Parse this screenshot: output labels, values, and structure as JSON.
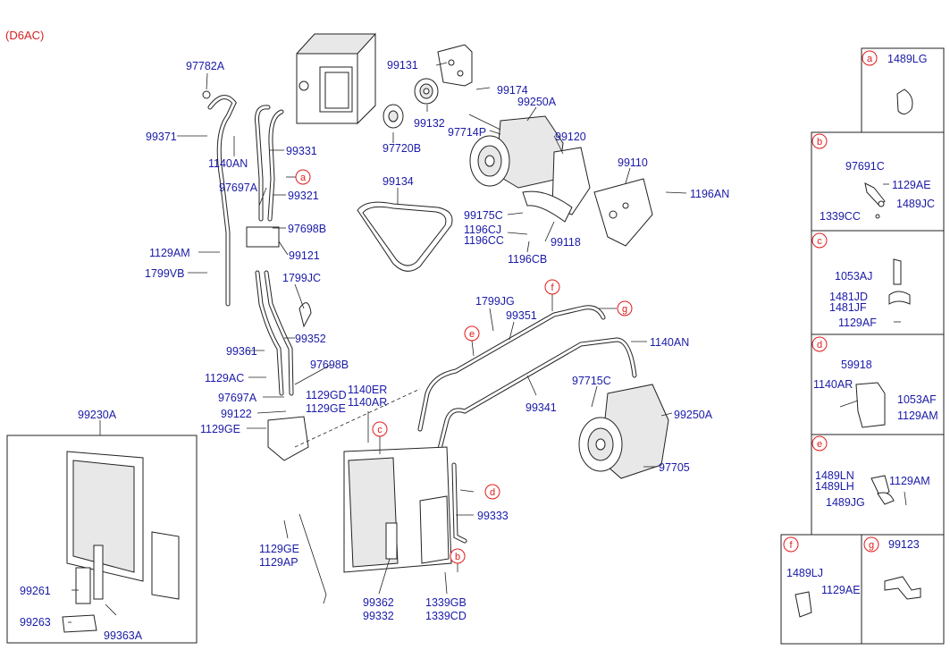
{
  "title": "(D6AC)",
  "labels": {
    "p97782A": "97782A",
    "p99371": "99371",
    "p1140AN_a": "1140AN",
    "p99331": "99331",
    "p97697A_a": "97697A",
    "p99321": "99321",
    "p97698B_a": "97698B",
    "p1129AM": "1129AM",
    "p99121": "99121",
    "p1799VB": "1799VB",
    "p1799JC": "1799JC",
    "p99361": "99361",
    "p99352": "99352",
    "p1129AC": "1129AC",
    "p97698B_b": "97698B",
    "p97697A_b": "97697A",
    "p1129GD": "1129GD",
    "p1129GE_a": "1129GE",
    "p99122": "99122",
    "p1129GE_b": "1129GE",
    "p1140ER": "1140ER",
    "p1140AR": "1140AR",
    "p99131": "99131",
    "p99174": "99174",
    "p99132": "99132",
    "p97720B": "97720B",
    "p99250A_a": "99250A",
    "p97714P": "97714P",
    "p99120": "99120",
    "p99110": "99110",
    "p1196AN": "1196AN",
    "p99134": "99134",
    "p99175C": "99175C",
    "p1196CJ": "1196CJ",
    "p1196CC": "1196CC",
    "p99118": "99118",
    "p1196CB": "1196CB",
    "p1799JG": "1799JG",
    "p99351": "99351",
    "p1140AN_b": "1140AN",
    "p97715C": "97715C",
    "p99341": "99341",
    "p99250A_b": "99250A",
    "p97705": "97705",
    "p99333": "99333",
    "p99230A": "99230A",
    "p99261": "99261",
    "p99263": "99263",
    "p99363A": "99363A",
    "p1129GE_c": "1129GE",
    "p1129AP": "1129AP",
    "p99362": "99362",
    "p99332": "99332",
    "p1339GB": "1339GB",
    "p1339CD": "1339CD"
  },
  "callouts": {
    "a1": "a",
    "b1": "b",
    "c1": "c",
    "d1": "d",
    "e1": "e",
    "f1": "f",
    "g1": "g"
  },
  "side_panels": {
    "a": {
      "letter": "a",
      "part": "1489LG"
    },
    "b": {
      "letter": "b",
      "parts": [
        "97691C",
        "1129AE",
        "1489JC",
        "1339CC"
      ]
    },
    "c": {
      "letter": "c",
      "parts": [
        "1053AJ",
        "1481JD",
        "1481JF",
        "1129AF"
      ]
    },
    "d": {
      "letter": "d",
      "parts": [
        "59918",
        "1140AR",
        "1053AF",
        "1129AM"
      ]
    },
    "e": {
      "letter": "e",
      "parts": [
        "1489LN",
        "1489LH",
        "1129AM",
        "1489JG"
      ]
    },
    "f": {
      "letter": "f",
      "parts": [
        "1489LJ",
        "1129AE"
      ]
    },
    "g": {
      "letter": "g",
      "part": "99123"
    }
  }
}
